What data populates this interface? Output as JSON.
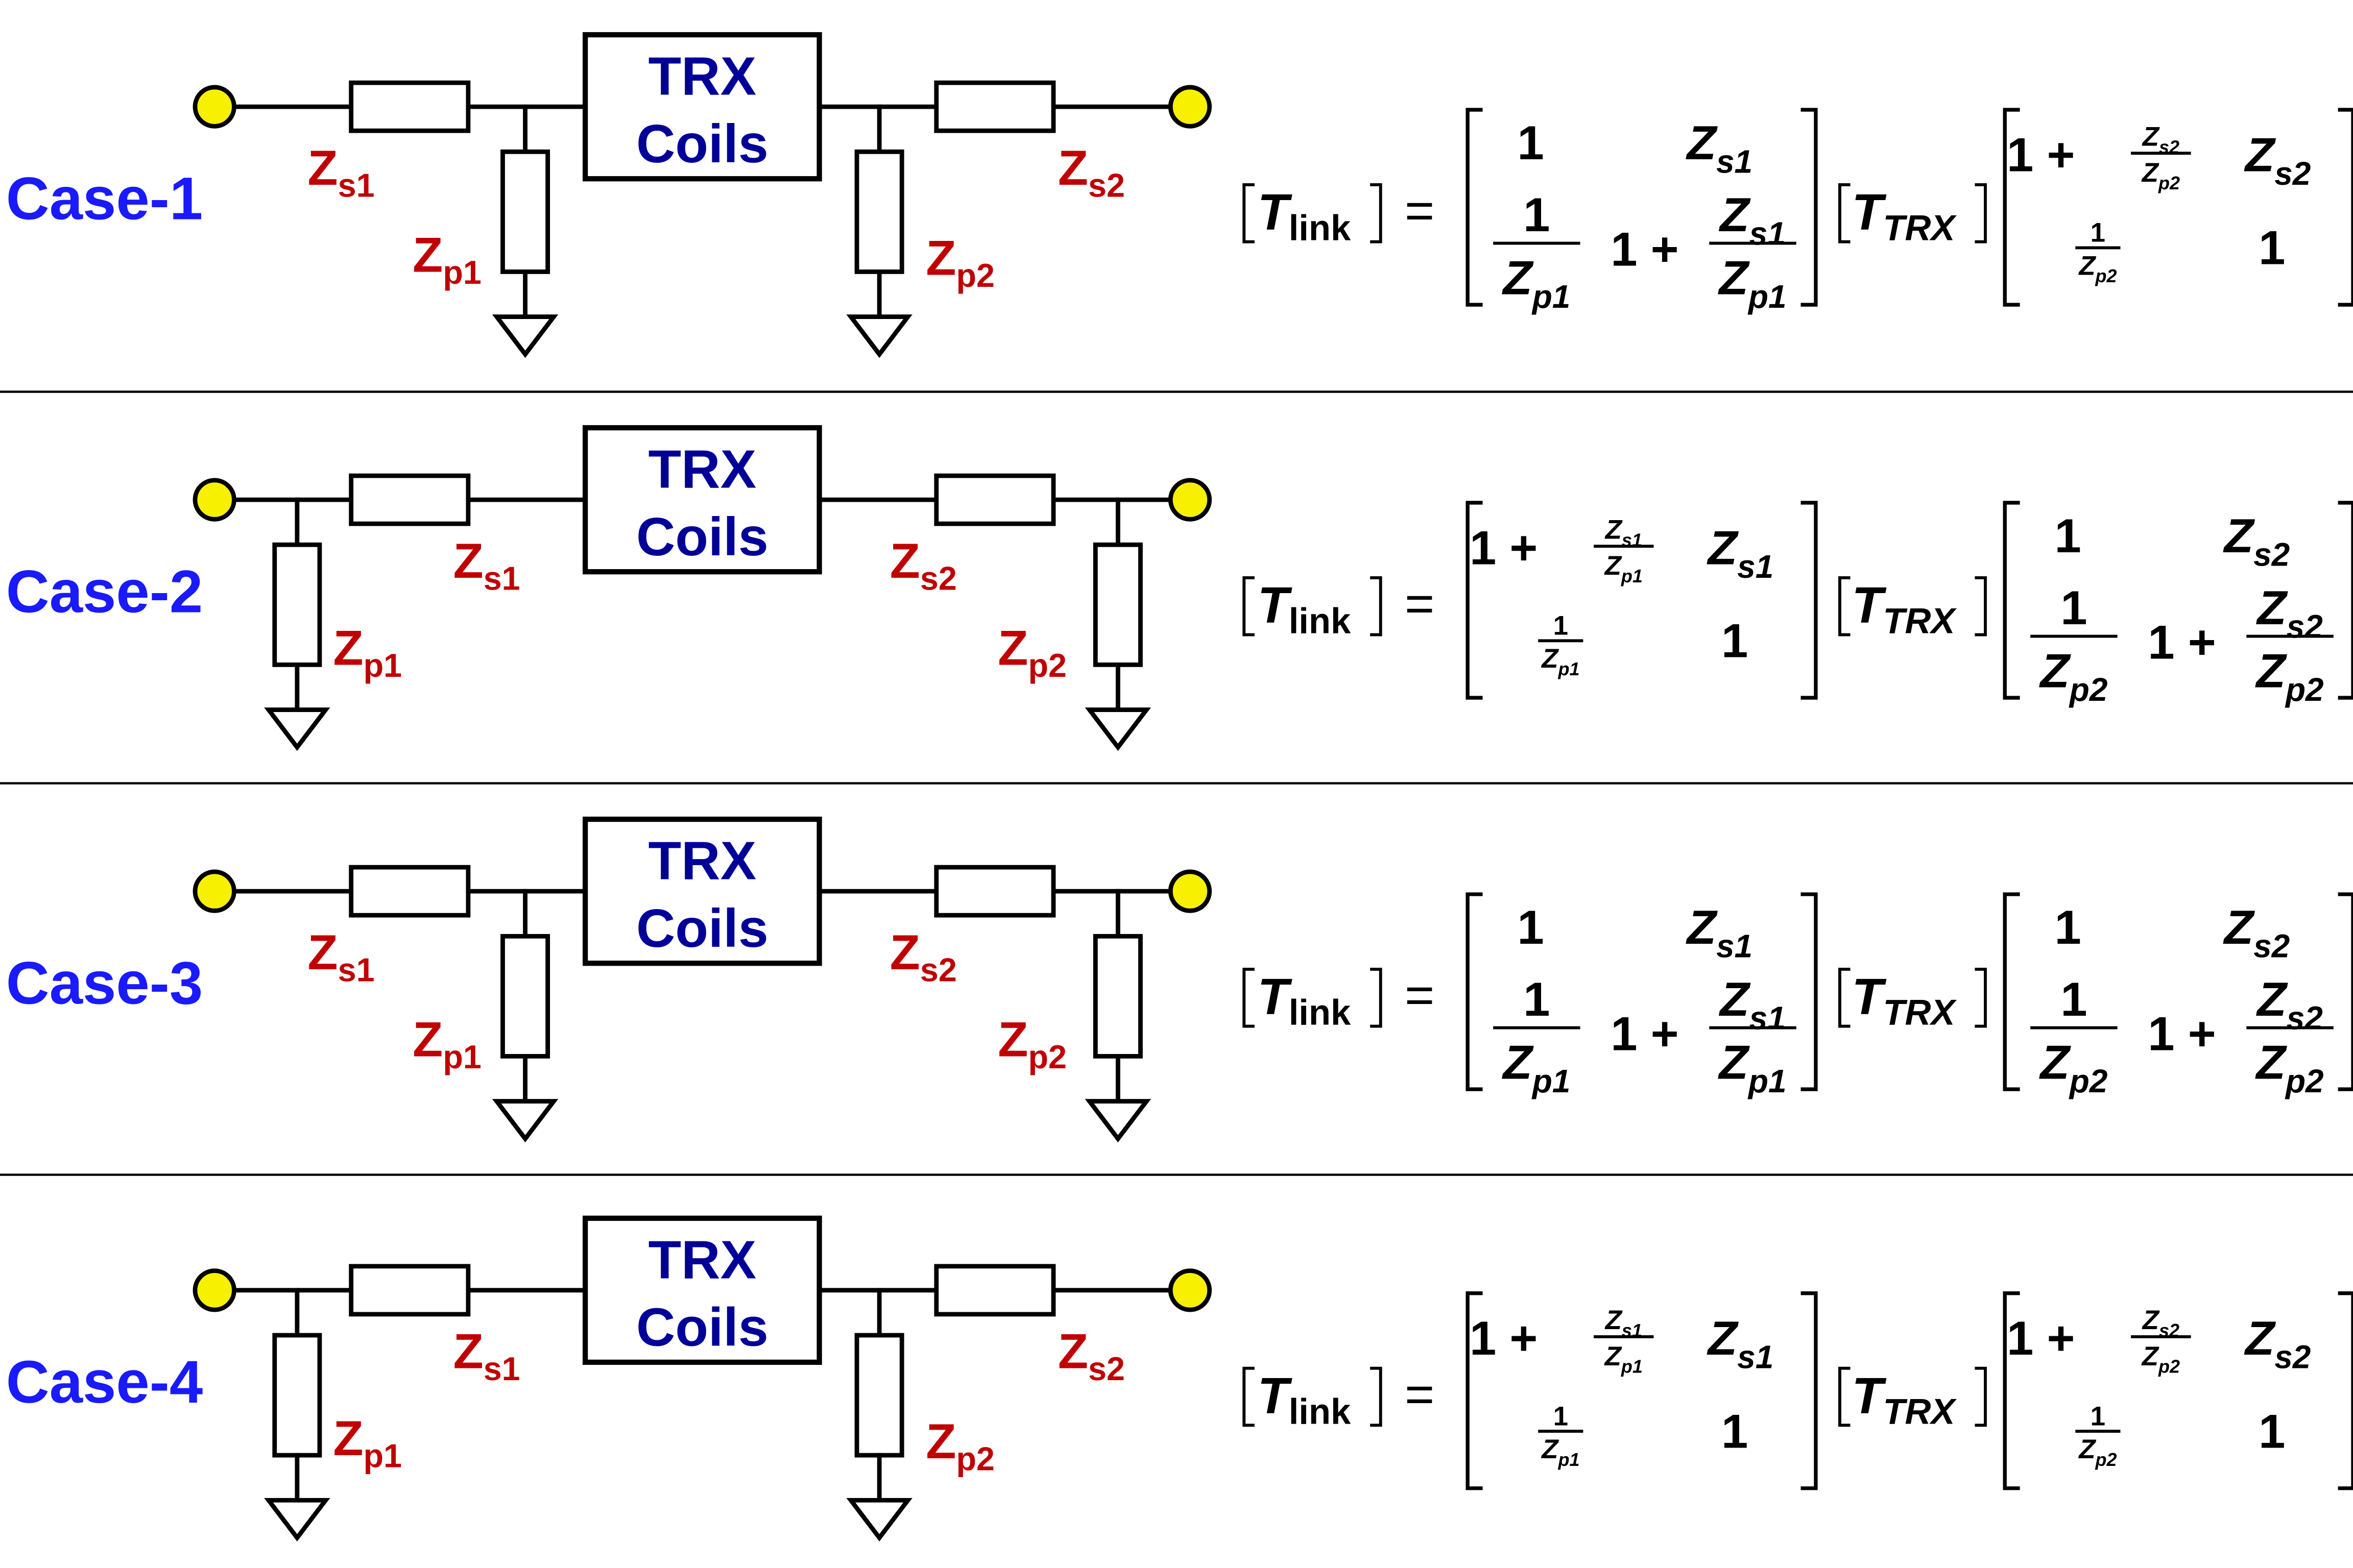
{
  "colors": {
    "case_label": "#1a1aff",
    "trx_label": "#000099",
    "z_label": "#c00000",
    "wire": "#000000",
    "terminal_fill": "#f7f000",
    "separator": "#000000"
  },
  "trx": {
    "line1": "TRX",
    "line2": "Coils"
  },
  "z_letter": "Z",
  "subs": {
    "s1": "s1",
    "s2": "s2",
    "p1": "p1",
    "p2": "p2"
  },
  "equation": {
    "lhs_T": "T",
    "lhs_sub": "link",
    "equals": "=",
    "mid_T": "T",
    "mid_sub": "TRX",
    "one": "1",
    "plus": "+"
  },
  "cases": [
    {
      "label": "Case-1",
      "left": "series-shunt",
      "right": "shunt-series"
    },
    {
      "label": "Case-2",
      "left": "shunt-series",
      "right": "series-shunt"
    },
    {
      "label": "Case-3",
      "left": "series-shunt",
      "right": "series-shunt"
    },
    {
      "label": "Case-4",
      "left": "shunt-series",
      "right": "shunt-series"
    }
  ]
}
